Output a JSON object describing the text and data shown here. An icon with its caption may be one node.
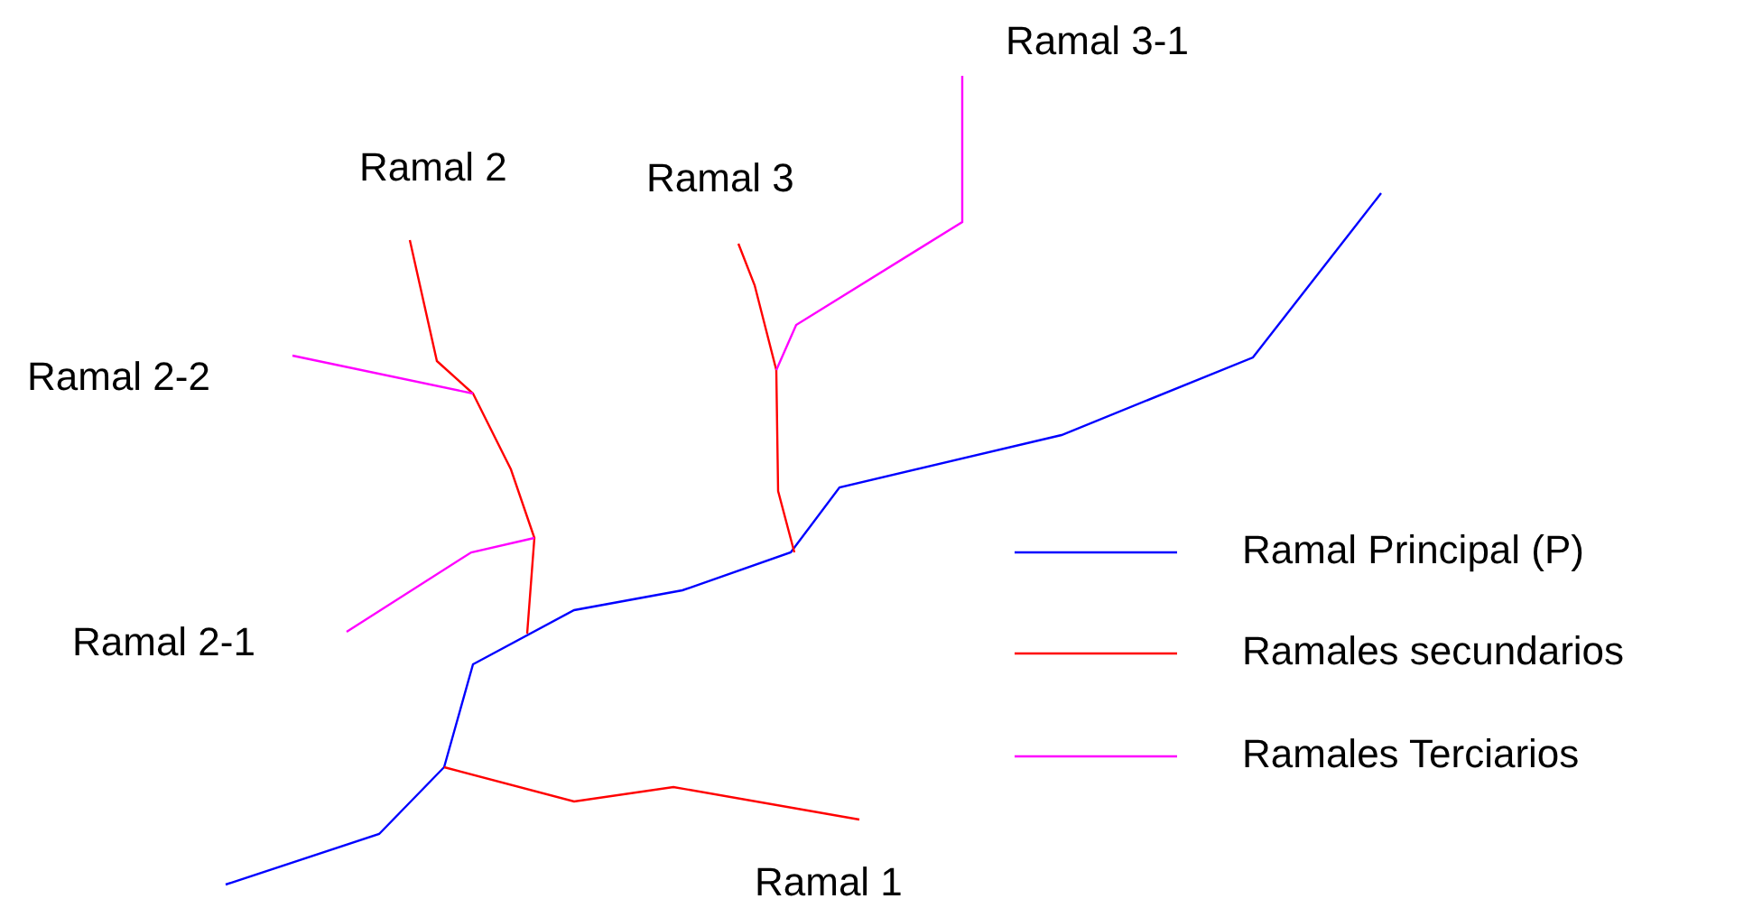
{
  "diagram": {
    "labels": [
      "Ramal 3-1",
      "Ramal 2",
      "Ramal 3",
      "Ramal 2-2",
      "Ramal 2-1",
      "Ramal 1"
    ],
    "legend": [
      {
        "text": "Ramal Principal (P)"
      },
      {
        "text": "Ramales secundarios"
      },
      {
        "text": "Ramales Terciarios"
      }
    ]
  }
}
